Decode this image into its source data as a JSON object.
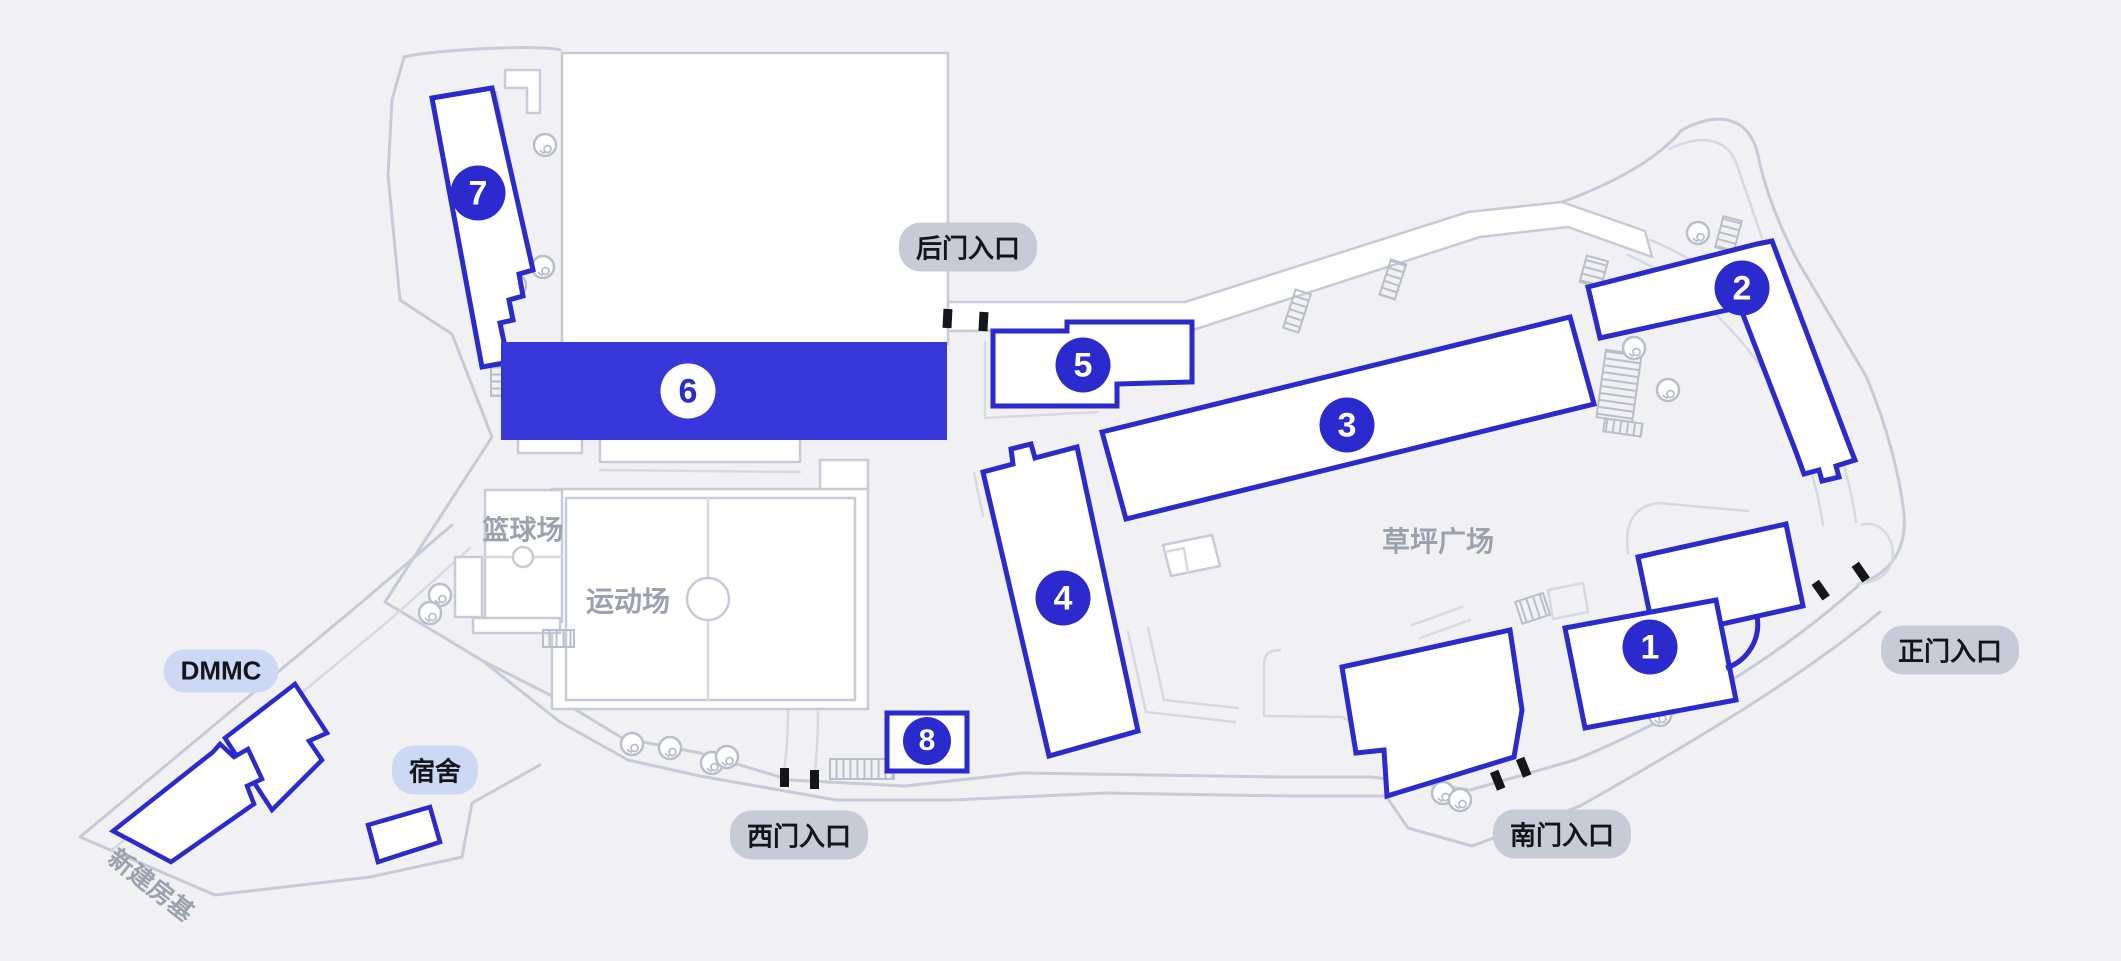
{
  "buildings": [
    {
      "number": "1"
    },
    {
      "number": "2"
    },
    {
      "number": "3"
    },
    {
      "number": "4"
    },
    {
      "number": "5"
    },
    {
      "number": "6"
    },
    {
      "number": "7"
    },
    {
      "number": "8"
    }
  ],
  "entrances": [
    {
      "label": "后门入口"
    },
    {
      "label": "西门入口"
    },
    {
      "label": "南门入口"
    },
    {
      "label": "正门入口"
    }
  ],
  "places": [
    {
      "label": "DMMC"
    },
    {
      "label": "宿舍"
    }
  ],
  "areas": [
    {
      "label": "篮球场"
    },
    {
      "label": "运动场"
    },
    {
      "label": "草坪广场"
    },
    {
      "label": "新建房基"
    }
  ],
  "colors": {
    "accent_blue": "#2a2ace",
    "building6_fill": "#3737d9",
    "map_line": "#c6cbd7",
    "label_gray": "#9ba1ad",
    "pill_gray": "#c6cbd7",
    "pill_blue": "#cdd8f4",
    "gate_black": "#15161a",
    "background": "#f1f1f4"
  }
}
